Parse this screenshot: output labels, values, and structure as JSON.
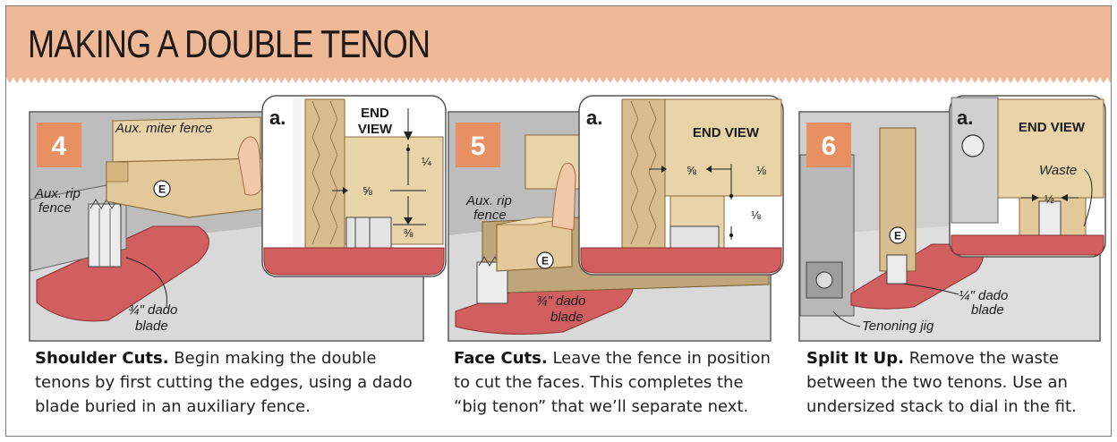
{
  "title": "MAKING A DOUBLE TENON",
  "colors": {
    "header_bg": "#efb997",
    "step_badge": "#e89061",
    "table_red": "#d15f5f",
    "wood": "#e3c89a",
    "wood_dark": "#c9a772",
    "gray": "#d4d4d4"
  },
  "panels": [
    {
      "step": "4",
      "heading": "Shoulder Cuts.",
      "text": " Begin making the double tenons by first cutting the edges, using a dado blade buried in an auxiliary fence.",
      "labels": {
        "aux_miter_fence": "Aux. miter fence",
        "aux_rip_fence_1": "Aux. rip",
        "aux_rip_fence_2": "fence",
        "part": "E",
        "dado_1": "¾\" dado",
        "dado_2": "blade",
        "detail": "a.",
        "end_view_1": "END",
        "end_view_2": "VIEW",
        "dim_a": "⅝",
        "dim_b": "¼",
        "dim_c": "⅜"
      }
    },
    {
      "step": "5",
      "heading": "Face Cuts.",
      "text": " Leave the fence in position to cut the faces. This completes the “big tenon” that we’ll separate next.",
      "labels": {
        "aux_rip_fence_1": "Aux. rip",
        "aux_rip_fence_2": "fence",
        "part": "E",
        "dado_1": "¾\" dado",
        "dado_2": "blade",
        "detail": "a.",
        "end_view": "END VIEW",
        "dim_a": "⅝",
        "dim_b": "⅛",
        "dim_c": "⅛"
      }
    },
    {
      "step": "6",
      "heading": "Split It Up.",
      "text": " Remove the waste between the two tenons. Use an undersized stack to dial in the fit.",
      "labels": {
        "part": "E",
        "dado_1": "¼\" dado",
        "dado_2": "blade",
        "jig": "Tenoning jig",
        "detail": "a.",
        "end_view": "END VIEW",
        "waste": "Waste",
        "dim_a": "½"
      }
    }
  ]
}
